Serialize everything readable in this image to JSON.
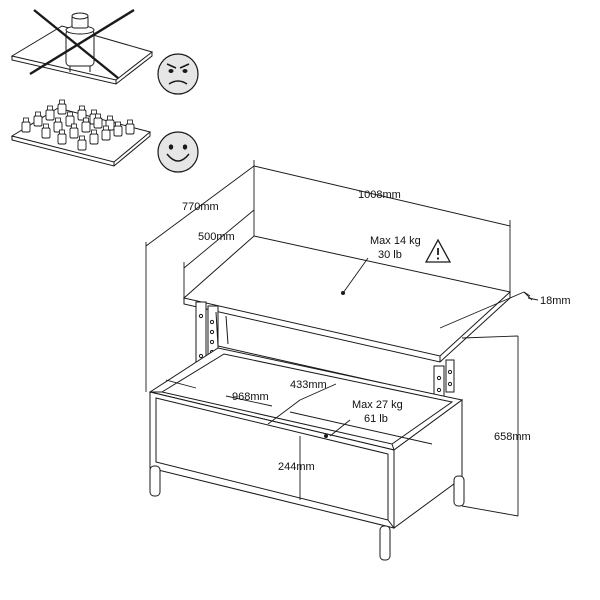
{
  "dimensions": {
    "depth_total": "770mm",
    "depth_top": "500mm",
    "width": "1008mm",
    "thickness": "18mm",
    "height": "658mm",
    "inner_width": "968mm",
    "inner_depth": "433mm",
    "drawer_height": "244mm"
  },
  "loads": {
    "top_kg": "Max 14 kg",
    "top_lb": "30 lb",
    "inside_kg": "Max 27 kg",
    "inside_lb": "61 lb"
  },
  "icons": {
    "wrong_load": "crossed-out-single-heavy-object-icon",
    "angry_face": "angry-face-icon",
    "right_load": "distributed-small-objects-icon",
    "happy_face": "happy-face-icon",
    "warning": "warning-triangle-icon"
  },
  "colors": {
    "line": "#1a1a1a",
    "face_fill": "#e6e6e6",
    "background": "#ffffff"
  }
}
